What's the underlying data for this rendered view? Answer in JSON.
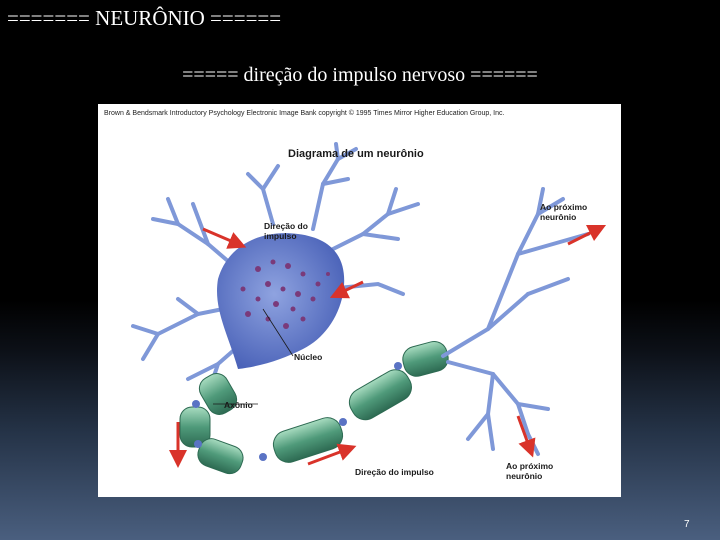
{
  "slide": {
    "title": "======= NEURÔNIO ======",
    "subtitle": "===== direção do impulso nervoso ======",
    "page_number": "7"
  },
  "figure": {
    "credit": "Brown & Bendsmark Introductory Psychology Electronic Image Bank copyright © 1995 Times Mirror Higher Education Group, Inc.",
    "title": "Diagrama de um neurônio",
    "labels": {
      "direcao_impulso_1": "Direção do",
      "direcao_impulso_2": "impulso",
      "proximo_top_1": "Ao próximo",
      "proximo_top_2": "neurônio",
      "nucleo": "Núcleo",
      "axonio": "Axônio",
      "direcao_bottom": "Direção do impulso",
      "proximo_bottom_1": "Ao próximo",
      "proximo_bottom_2": "neurônio"
    },
    "colors": {
      "soma": "#5a73c4",
      "dendrite": "#7f98d8",
      "myelin": "#4f9a7a",
      "arrow": "#d9332a",
      "nucleus_dots": "#7a3a7a"
    }
  }
}
